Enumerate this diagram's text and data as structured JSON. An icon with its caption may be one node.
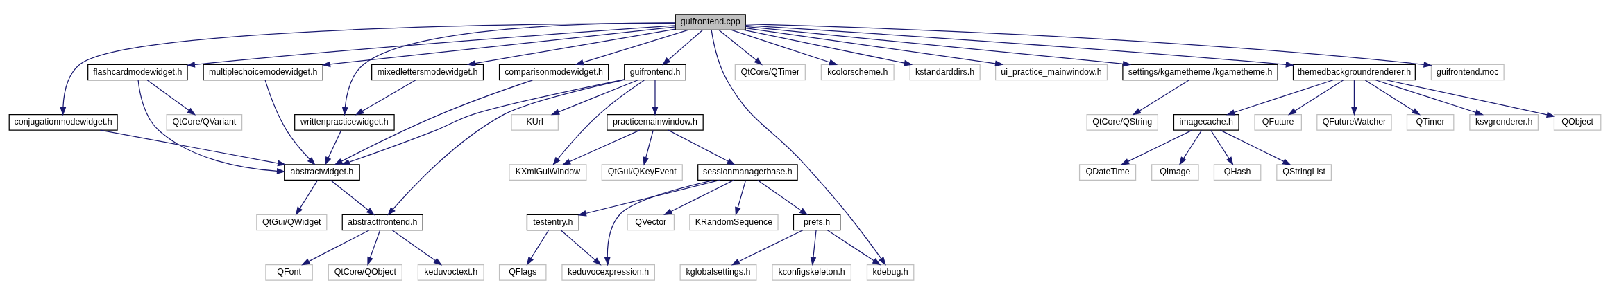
{
  "diagram": {
    "nodes": [
      {
        "text": [
          "guifrontend.cpp"
        ]
      },
      {
        "text": [
          "conjugationmodewidget.h"
        ]
      },
      {
        "text": [
          "flashcardmodewidget.h"
        ]
      },
      {
        "text": [
          "mixedlettersmodewidget.h"
        ]
      },
      {
        "text": [
          "multiplechoicemodewidget.h"
        ]
      },
      {
        "text": [
          "guifrontend.h"
        ]
      },
      {
        "text": [
          "QtCore/QTimer"
        ]
      },
      {
        "text": [
          "kcolorscheme.h"
        ]
      },
      {
        "text": [
          "kstandarddirs.h"
        ]
      },
      {
        "text": [
          "ui_practice_mainwindow.h"
        ]
      },
      {
        "text": [
          "settings/kgametheme /kgametheme.h"
        ]
      },
      {
        "text": [
          "themedbackgroundrenderer.h"
        ]
      },
      {
        "text": [
          "guifrontend.moc"
        ]
      },
      {
        "text": [
          "QtCore/QVariant"
        ]
      },
      {
        "text": [
          "writtenpracticewidget.h"
        ]
      },
      {
        "text": [
          "comparisonmodewidget.h"
        ]
      },
      {
        "text": [
          "KUrl"
        ]
      },
      {
        "text": [
          "practicemainwindow.h"
        ]
      },
      {
        "text": [
          "QtCore/QString"
        ]
      },
      {
        "text": [
          "imagecache.h"
        ]
      },
      {
        "text": [
          "QFuture"
        ]
      },
      {
        "text": [
          "QFutureWatcher"
        ]
      },
      {
        "text": [
          "QTimer"
        ]
      },
      {
        "text": [
          "ksvgrenderer.h"
        ]
      },
      {
        "text": [
          "QObject"
        ]
      },
      {
        "text": [
          "abstractwidget.h"
        ]
      },
      {
        "text": [
          "KXmlGuiWindow"
        ]
      },
      {
        "text": [
          "QtGui/QKeyEvent"
        ]
      },
      {
        "text": [
          "sessionmanagerbase.h"
        ]
      },
      {
        "text": [
          "QDateTime"
        ]
      },
      {
        "text": [
          "QImage"
        ]
      },
      {
        "text": [
          "QHash"
        ]
      },
      {
        "text": [
          "QStringList"
        ]
      },
      {
        "text": [
          "QtGui/QWidget"
        ]
      },
      {
        "text": [
          "abstractfrontend.h"
        ]
      },
      {
        "text": [
          "testentry.h"
        ]
      },
      {
        "text": [
          "QVector"
        ]
      },
      {
        "text": [
          "KRandomSequence"
        ]
      },
      {
        "text": [
          "prefs.h"
        ]
      },
      {
        "text": [
          "QFont"
        ]
      },
      {
        "text": [
          "QtCore/QObject"
        ]
      },
      {
        "text": [
          "keduvoctext.h"
        ]
      },
      {
        "text": [
          "QFlags"
        ]
      },
      {
        "text": [
          "keduvocexpression.h"
        ]
      },
      {
        "text": [
          "kglobalsettings.h"
        ]
      },
      {
        "text": [
          "kconfigskeleton.h"
        ]
      },
      {
        "text": [
          "kdebug.h"
        ]
      }
    ],
    "edges": [
      {
        "from": 0,
        "to": 1,
        "arrow": "to"
      },
      {
        "from": 0,
        "to": 2,
        "arrow": "to"
      },
      {
        "from": 0,
        "to": 3,
        "arrow": "to"
      },
      {
        "from": 0,
        "to": 14,
        "arrow": "to"
      },
      {
        "from": 0,
        "to": 4,
        "arrow": "to"
      },
      {
        "from": 0,
        "to": 15,
        "arrow": "to"
      },
      {
        "from": 0,
        "to": 5,
        "arrow": "to"
      },
      {
        "from": 0,
        "to": 46,
        "arrow": "to"
      },
      {
        "from": 0,
        "to": 6,
        "arrow": "to"
      },
      {
        "from": 0,
        "to": 7,
        "arrow": "to"
      },
      {
        "from": 0,
        "to": 8,
        "arrow": "to"
      },
      {
        "from": 0,
        "to": 9,
        "arrow": "to"
      },
      {
        "from": 0,
        "to": 10,
        "arrow": "to"
      },
      {
        "from": 0,
        "to": 11,
        "arrow": "to"
      },
      {
        "from": 0,
        "to": 12,
        "arrow": "to"
      },
      {
        "from": 1,
        "to": 25,
        "arrow": "to"
      },
      {
        "from": 2,
        "to": 13,
        "arrow": "to"
      },
      {
        "from": 2,
        "to": 25,
        "arrow": "to"
      },
      {
        "from": 3,
        "to": 14,
        "arrow": "to"
      },
      {
        "from": 4,
        "to": 25,
        "arrow": "to"
      },
      {
        "from": 14,
        "to": 25,
        "arrow": "to"
      },
      {
        "from": 15,
        "to": 25,
        "arrow": "to"
      },
      {
        "from": 5,
        "to": 25,
        "arrow": "to"
      },
      {
        "from": 5,
        "to": 16,
        "arrow": "to"
      },
      {
        "from": 5,
        "to": 34,
        "arrow": "to"
      },
      {
        "from": 5,
        "to": 26,
        "arrow": "to"
      },
      {
        "from": 5,
        "to": 17,
        "arrow": "to"
      },
      {
        "from": 17,
        "to": 26,
        "arrow": "to"
      },
      {
        "from": 17,
        "to": 27,
        "arrow": "to"
      },
      {
        "from": 17,
        "to": 28,
        "arrow": "to"
      },
      {
        "from": 10,
        "to": 18,
        "arrow": "to"
      },
      {
        "from": 11,
        "to": 19,
        "arrow": "to"
      },
      {
        "from": 11,
        "to": 20,
        "arrow": "to"
      },
      {
        "from": 11,
        "to": 21,
        "arrow": "to"
      },
      {
        "from": 11,
        "to": 22,
        "arrow": "to"
      },
      {
        "from": 11,
        "to": 23,
        "arrow": "to"
      },
      {
        "from": 11,
        "to": 24,
        "arrow": "to"
      },
      {
        "from": 19,
        "to": 29,
        "arrow": "to"
      },
      {
        "from": 19,
        "to": 30,
        "arrow": "to"
      },
      {
        "from": 19,
        "to": 31,
        "arrow": "to"
      },
      {
        "from": 19,
        "to": 32,
        "arrow": "to"
      },
      {
        "from": 25,
        "to": 33,
        "arrow": "to"
      },
      {
        "from": 25,
        "to": 34,
        "arrow": "to"
      },
      {
        "from": 28,
        "to": 35,
        "arrow": "to"
      },
      {
        "from": 28,
        "to": 43,
        "arrow": "to"
      },
      {
        "from": 28,
        "to": 36,
        "arrow": "to"
      },
      {
        "from": 28,
        "to": 37,
        "arrow": "to"
      },
      {
        "from": 28,
        "to": 38,
        "arrow": "to"
      },
      {
        "from": 34,
        "to": 39,
        "arrow": "to"
      },
      {
        "from": 34,
        "to": 40,
        "arrow": "to"
      },
      {
        "from": 34,
        "to": 41,
        "arrow": "to"
      },
      {
        "from": 35,
        "to": 42,
        "arrow": "to"
      },
      {
        "from": 35,
        "to": 43,
        "arrow": "to"
      },
      {
        "from": 38,
        "to": 44,
        "arrow": "to"
      },
      {
        "from": 38,
        "to": 45,
        "arrow": "to"
      },
      {
        "from": 38,
        "to": 46,
        "arrow": "to"
      }
    ]
  }
}
